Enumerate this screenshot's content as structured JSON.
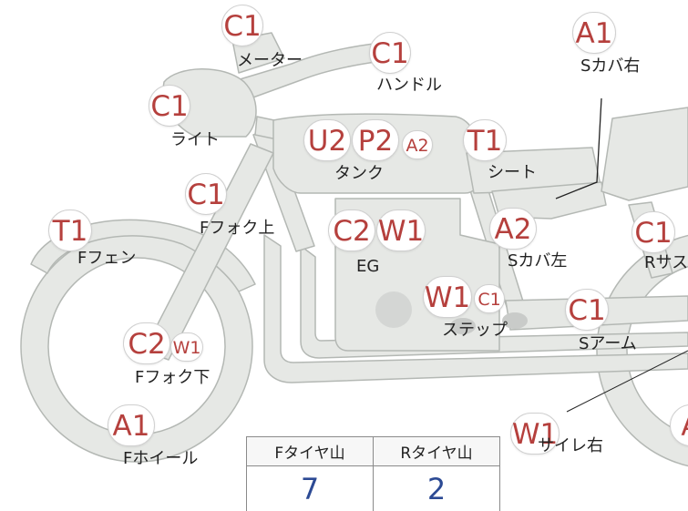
{
  "parts": [
    {
      "id": "meter",
      "label": "メーター",
      "badges": [
        "C1"
      ]
    },
    {
      "id": "handle",
      "label": "ハンドル",
      "badges": [
        "C1"
      ]
    },
    {
      "id": "s-cover-right",
      "label": "Sカバ右",
      "badges": [
        "A1"
      ]
    },
    {
      "id": "light",
      "label": "ライト",
      "badges": [
        "C1"
      ]
    },
    {
      "id": "tank",
      "label": "タンク",
      "badges": [
        "U2",
        "P2",
        "A2"
      ]
    },
    {
      "id": "seat",
      "label": "シート",
      "badges": [
        "T1"
      ]
    },
    {
      "id": "front-fork-upper",
      "label": "Fフォク上",
      "badges": [
        "C1"
      ]
    },
    {
      "id": "front-fender",
      "label": "Fフェン",
      "badges": [
        "T1"
      ]
    },
    {
      "id": "engine",
      "label": "EG",
      "badges": [
        "C2",
        "W1"
      ]
    },
    {
      "id": "s-cover-left",
      "label": "Sカバ左",
      "badges": [
        "A2"
      ]
    },
    {
      "id": "rear-suspension",
      "label": "Rサス",
      "badges": [
        "C1"
      ]
    },
    {
      "id": "step",
      "label": "ステップ",
      "badges": [
        "W1",
        "C1"
      ]
    },
    {
      "id": "swing-arm",
      "label": "Sアーム",
      "badges": [
        "C1"
      ]
    },
    {
      "id": "front-fork-lower",
      "label": "Fフォク下",
      "badges": [
        "C2",
        "W1"
      ]
    },
    {
      "id": "front-wheel",
      "label": "Fホイール",
      "badges": [
        "A1"
      ]
    },
    {
      "id": "silencer-right",
      "label": "サイレ右",
      "badges": [
        "W1"
      ]
    },
    {
      "id": "rear-wheel",
      "label": "",
      "badges": [
        "A"
      ]
    }
  ],
  "tire_table": {
    "headers": [
      "Fタイヤ山",
      "Rタイヤ山"
    ],
    "values": [
      "7",
      "2"
    ]
  },
  "colors": {
    "badge_text": "#b5403d",
    "bike_fill": "#e6e8e5",
    "bike_stroke": "#b4b8b4",
    "table_value": "#2c4a94"
  }
}
